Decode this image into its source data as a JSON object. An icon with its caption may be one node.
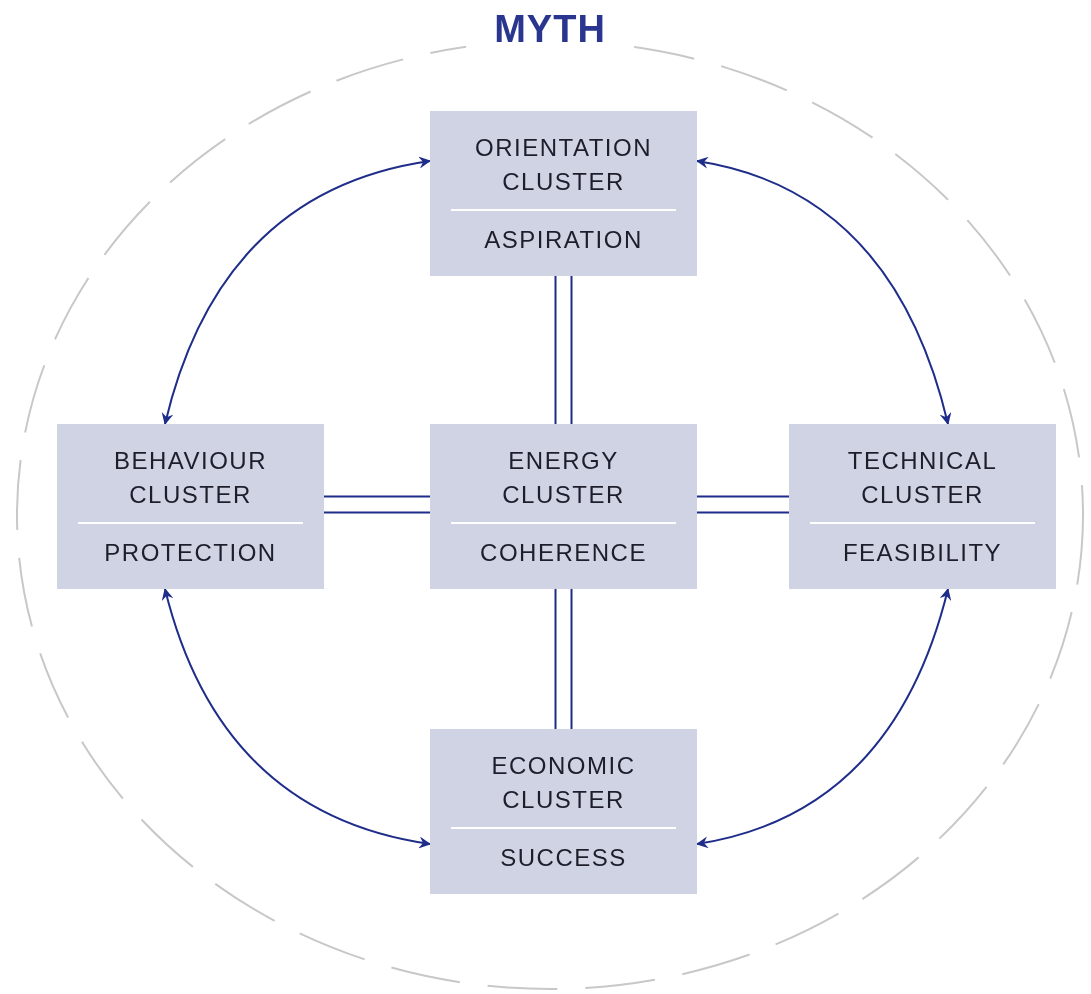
{
  "diagram": {
    "nodes": [
      {
        "text": [
          "MYTH"
        ]
      },
      {
        "text": [
          "ORIENTATION CLUSTER",
          "ASPIRATION"
        ],
        "in": 0
      },
      {
        "text": [
          "BEHAVIOUR CLUSTER",
          "PROTECTION"
        ],
        "in": 0
      },
      {
        "text": [
          "ENERGY CLUSTER",
          "COHERENCE"
        ],
        "in": 0
      },
      {
        "text": [
          "TECHNICAL CLUSTER",
          "FEASIBILITY"
        ],
        "in": 0
      },
      {
        "text": [
          "ECONOMIC CLUSTER",
          "SUCCESS"
        ],
        "in": 0
      }
    ],
    "edges": [
      {
        "from": 1,
        "to": 2,
        "arrow": "both"
      },
      {
        "from": 1,
        "to": 4,
        "arrow": "both"
      },
      {
        "from": 2,
        "to": 5,
        "arrow": "both"
      },
      {
        "from": 4,
        "to": 5,
        "arrow": "both"
      },
      {
        "from": 1,
        "to": 3,
        "arrow": "none"
      },
      {
        "from": 2,
        "to": 3,
        "arrow": "none"
      },
      {
        "from": 3,
        "to": 4,
        "arrow": "none"
      },
      {
        "from": 3,
        "to": 5,
        "arrow": "none"
      }
    ]
  }
}
